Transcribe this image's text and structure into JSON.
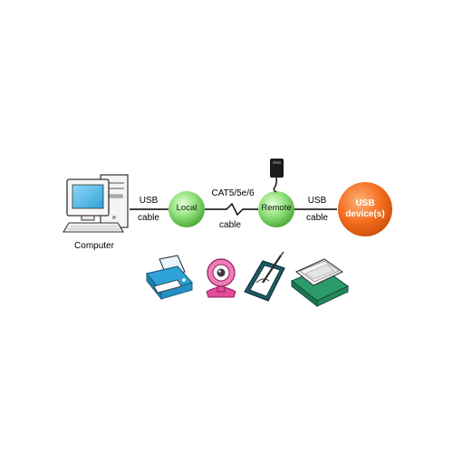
{
  "diagram": {
    "computer_label": "Computer",
    "left_link": {
      "line1": "USB",
      "line2": "cable"
    },
    "local_node": "Local",
    "middle_link": {
      "top": "CAT5/5e/6",
      "bottom": "cable"
    },
    "remote_node": "Remote",
    "right_link": {
      "line1": "USB",
      "line2": "cable"
    },
    "usb_device": {
      "line1": "USB",
      "line2": "device(s)"
    },
    "peripherals": [
      "printer-icon",
      "webcam-icon",
      "drawing-tablet-icon",
      "scanner-icon"
    ],
    "colors": {
      "node_green": "#8fe07a",
      "usb_device_orange": "#f26a1b",
      "device_blue": "#2fa3d8",
      "device_magenta": "#e24c9a",
      "scanner_green": "#2c9a6a"
    }
  }
}
